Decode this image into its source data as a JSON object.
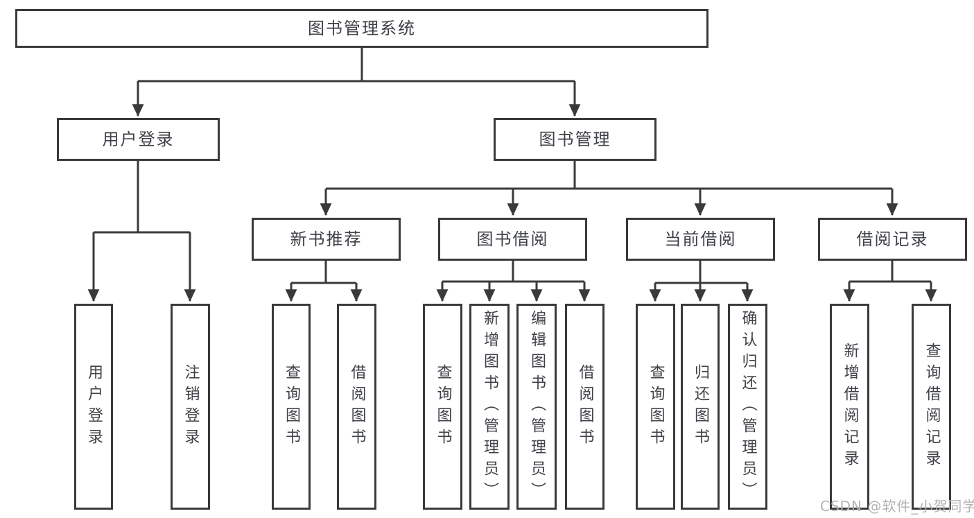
{
  "diagram": {
    "root": {
      "label": "图书管理系统"
    },
    "branches": [
      {
        "label": "用户登录",
        "children": [
          {
            "label": "用户登录"
          },
          {
            "label": "注销登录"
          }
        ]
      },
      {
        "label": "图书管理",
        "children": [
          {
            "label": "新书推荐",
            "children": [
              {
                "label": "查询图书"
              },
              {
                "label": "借阅图书"
              }
            ]
          },
          {
            "label": "图书借阅",
            "children": [
              {
                "label": "查询图书"
              },
              {
                "label": "新增图书（管理员）"
              },
              {
                "label": "编辑图书（管理员）"
              },
              {
                "label": "借阅图书"
              }
            ]
          },
          {
            "label": "当前借阅",
            "children": [
              {
                "label": "查询图书"
              },
              {
                "label": "归还图书"
              },
              {
                "label": "确认归还（管理员）"
              }
            ]
          },
          {
            "label": "借阅记录",
            "children": [
              {
                "label": "新增借阅记录"
              },
              {
                "label": "查询借阅记录"
              }
            ]
          }
        ]
      }
    ],
    "watermark": {
      "text": "CSDN @软件_小贺同学"
    },
    "colors": {
      "line": "#3a3a3a",
      "text": "#3e4147",
      "box_background": "#ffffff",
      "watermark": "#b3b3b3",
      "page_background": "#ffffff"
    }
  }
}
